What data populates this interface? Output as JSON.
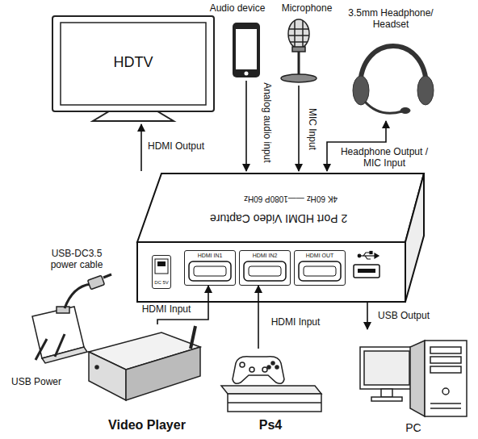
{
  "diagram": {
    "nodes": [
      {
        "text": [
          "HDTV"
        ]
      },
      {
        "text": [
          "Audio device"
        ]
      },
      {
        "text": [
          "Microphone"
        ]
      },
      {
        "text": [
          "3.5mm Headphone/ Headset"
        ]
      },
      {
        "text": [
          "2 Port HDMI Video Capture",
          "4K 60Hz ——1080P 60Hz"
        ]
      },
      {
        "text": [
          "HDMI IN1"
        ],
        "in": 4
      },
      {
        "text": [
          "HDMI IN2"
        ],
        "in": 4
      },
      {
        "text": [
          "HDMI OUT"
        ],
        "in": 4
      },
      {
        "text": [
          "DC 5V"
        ],
        "in": 4
      },
      {
        "text": [
          "USB Power"
        ]
      },
      {
        "text": [
          "Video Player"
        ]
      },
      {
        "text": [
          "Ps4"
        ]
      },
      {
        "text": [
          "PC"
        ]
      }
    ],
    "edges": [
      {
        "from": 4,
        "to": 0,
        "arrow": "to",
        "label": "HDMI Output"
      },
      {
        "from": 1,
        "to": 4,
        "arrow": "to",
        "label": "Analog audio input"
      },
      {
        "from": 2,
        "to": 4,
        "arrow": "to",
        "label": "MIC Input"
      },
      {
        "from": 4,
        "to": 3,
        "arrow": "both",
        "label": "Headphone Output / MIC Input"
      },
      {
        "from": 10,
        "to": 5,
        "arrow": "to",
        "label": "HDMI Input"
      },
      {
        "from": 11,
        "to": 6,
        "arrow": "to",
        "label": "HDMI Input"
      },
      {
        "from": 4,
        "to": 12,
        "arrow": "to",
        "label": "USB Output"
      }
    ],
    "labels": [
      "USB-DC3.5 power cable"
    ]
  }
}
